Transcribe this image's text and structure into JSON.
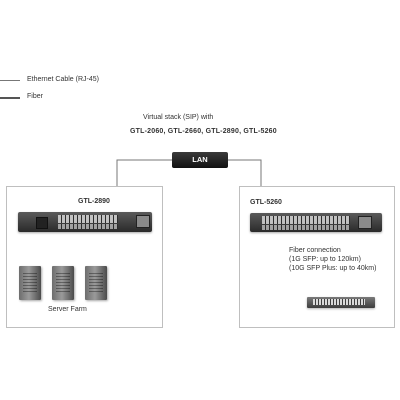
{
  "legend": {
    "ethernet_label": "Ethernet Cable (RJ-45)",
    "fiber_label": "Fiber"
  },
  "header": {
    "line1": "Virtual stack (SIP) with",
    "line2": "GTL-2060,  GTL-2660,  GTL-2890,  GTL-5260"
  },
  "lan": {
    "label": "LAN"
  },
  "left_group": {
    "switch_label": "GTL-2890",
    "servers": [
      "server-1",
      "server-2",
      "server-3"
    ],
    "server_farm_label": "Server Farm"
  },
  "right_group": {
    "switch_label": "GTL-5260",
    "fiber_title": "Fiber connection",
    "fiber_line2": "(1G SFP: up to 120km)",
    "fiber_line3": "(10G SFP Plus: up to 40km)"
  },
  "colors": {
    "ethernet_line": "#777777",
    "fiber_line": "#555555",
    "box_border": "#bfbfbf",
    "lan_box": "#111111"
  }
}
